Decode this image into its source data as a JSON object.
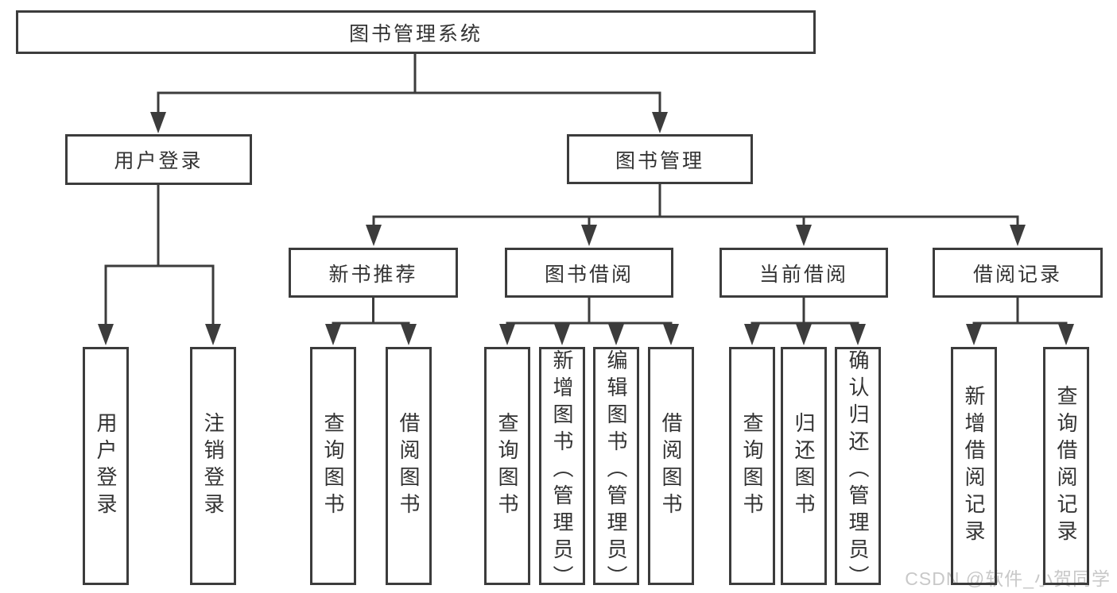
{
  "diagram": {
    "root": {
      "label": "图书管理系统"
    },
    "branches": [
      {
        "label": "用户登录",
        "children": [
          {
            "label": "用户登录"
          },
          {
            "label": "注销登录"
          }
        ]
      },
      {
        "label": "图书管理",
        "children": [
          {
            "label": "新书推荐",
            "children": [
              {
                "label": "查询图书"
              },
              {
                "label": "借阅图书"
              }
            ]
          },
          {
            "label": "图书借阅",
            "children": [
              {
                "label": "查询图书"
              },
              {
                "label": "新增图书（管理员）"
              },
              {
                "label": "编辑图书（管理员）"
              },
              {
                "label": "借阅图书"
              }
            ]
          },
          {
            "label": "当前借阅",
            "children": [
              {
                "label": "查询图书"
              },
              {
                "label": "归还图书"
              },
              {
                "label": "确认归还（管理员）"
              }
            ]
          },
          {
            "label": "借阅记录",
            "children": [
              {
                "label": "新增借阅记录"
              },
              {
                "label": "查询借阅记录"
              }
            ]
          }
        ]
      }
    ]
  },
  "watermark": {
    "text": "CSDN @软件_小贺同学"
  },
  "colors": {
    "line": "#3c3c3c",
    "text": "#333333",
    "watermark": "#c8c8c8",
    "background": "#ffffff"
  }
}
